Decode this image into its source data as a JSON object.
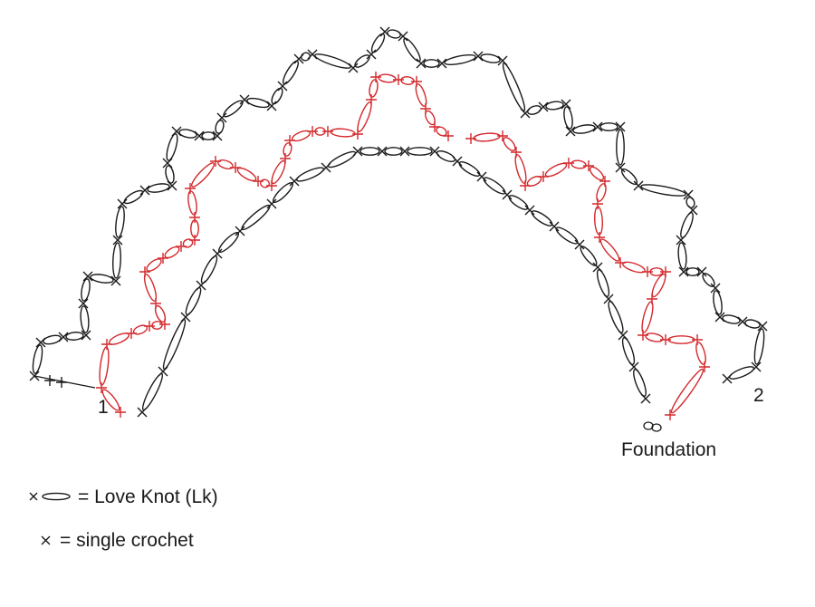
{
  "diagram": {
    "row_labels": [
      "1",
      "2"
    ],
    "foundation_label": "Foundation",
    "colors": {
      "base": "#1a1a1a",
      "accent": "#d4282c"
    }
  },
  "legend": {
    "love_knot": {
      "symbol": "love-knot-symbol",
      "text": "= Love Knot (Lk)"
    },
    "single_crochet": {
      "symbol": "single-crochet-symbol",
      "text": "= single crochet"
    }
  }
}
